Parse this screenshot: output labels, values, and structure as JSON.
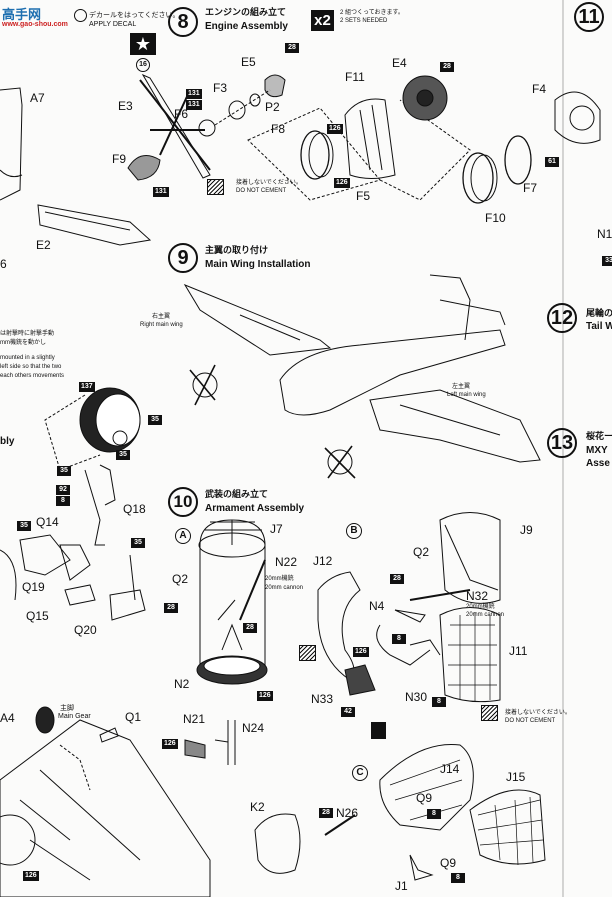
{
  "watermark": {
    "logo": "高手网",
    "url": "www.gao-shou.com"
  },
  "decal_note": {
    "jp": "デカールをはってください。",
    "en": "APPLY DECAL"
  },
  "step8": {
    "num": "8",
    "jp": "エンジンの組み立て",
    "en": "Engine Assembly",
    "multiplier": "x2",
    "mult_jp": "2 組つくっておきます。",
    "mult_en": "2 SETS NEEDED",
    "decal_num": "16",
    "no_cement_jp": "接着しないでください。",
    "no_cement_en": "DO NOT CEMENT"
  },
  "step9": {
    "num": "9",
    "jp": "主翼の取り付け",
    "en": "Main Wing Installation",
    "right_jp": "右主翼",
    "right_en": "Right main wing",
    "left_jp": "左主翼",
    "left_en": "Left main wing"
  },
  "step10": {
    "num": "10",
    "jp": "武装の組み立て",
    "en": "Armament Assembly",
    "cannon_jp": "20mm機銃",
    "cannon_en": "20mm cannon",
    "no_cement_jp": "接着しないでください。",
    "no_cement_en": "DO NOT CEMENT"
  },
  "step11": {
    "num": "11"
  },
  "step12": {
    "num": "12",
    "jp": "尾輪の",
    "en": "Tail W"
  },
  "step13": {
    "num": "13",
    "jp": "桜花ー",
    "en1": "MXY",
    "en2": "Asse"
  },
  "left_edge": {
    "note_jp1": "は射撃時に射撃手動",
    "note_jp2": "mm機銃を動かし",
    "note_en1": "mounted in a slightly",
    "note_en2": "left side so that the two",
    "note_en3": "each others movements",
    "assembly_fragment": "bly",
    "main_gear_jp": "主脚",
    "main_gear_en": "Main Gear"
  },
  "sub_labels": {
    "a": "A",
    "b": "B",
    "c": "C"
  },
  "parts": [
    "A7",
    "E3",
    "F6",
    "F3",
    "E5",
    "P2",
    "F8",
    "F9",
    "E2",
    "F11",
    "E4",
    "F5",
    "F4",
    "F7",
    "F10",
    "N1",
    "J7",
    "N22",
    "Q2",
    "N2",
    "N21",
    "N24",
    "J12",
    "N4",
    "N32",
    "J9",
    "J11",
    "N33",
    "N30",
    "Q14",
    "Q18",
    "Q19",
    "Q15",
    "Q20",
    "Q1",
    "A4",
    "K2",
    "N26",
    "J14",
    "Q9",
    "J15",
    "J1",
    "6"
  ],
  "codes": [
    "28",
    "131",
    "126",
    "61",
    "137",
    "35",
    "92",
    "8",
    "42",
    "33"
  ]
}
